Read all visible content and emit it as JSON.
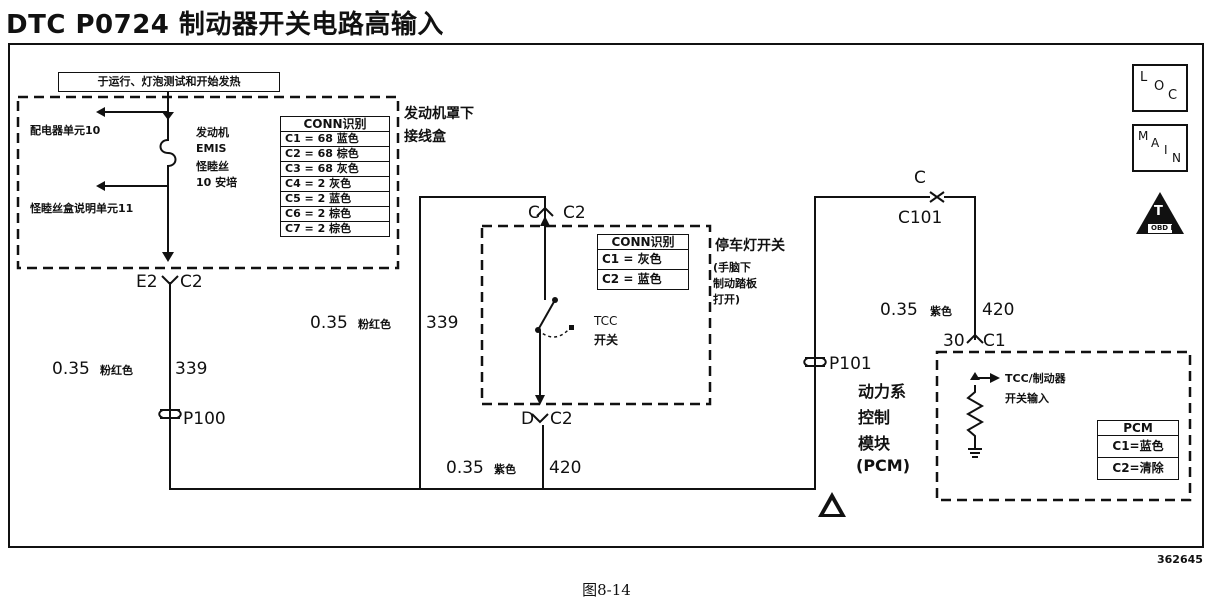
{
  "title": "DTC P0724 制动器开关电路高输入",
  "top_banner": "于运行、灯泡测试和开始发热",
  "underhood_box": {
    "label_line1": "发动机罩下",
    "label_line2": "接线盒",
    "to_left_1": "配电器单元10",
    "to_left_2": "怪睦丝盒说明单元11",
    "fuse_line1": "发动机",
    "fuse_line2": "EMIS",
    "fuse_line3": "怪睦丝",
    "fuse_line4": "10 安培",
    "conn": {
      "header": "CONN识别",
      "rows": [
        "C1 = 68 蓝色",
        "C2 = 68 棕色",
        "C3 = 68 灰色",
        "C4 = 2 灰色",
        "C5 = 2 蓝色",
        "C6 = 2 棕色",
        "C7 = 2 棕色"
      ]
    }
  },
  "connectors": {
    "e2": "E2",
    "e2_c": "C2",
    "c_top": "C",
    "c_top_c": "C2",
    "d_bot": "D",
    "d_bot_c": "C2",
    "c101_top": "C",
    "c101": "C101",
    "pcm_30": "30",
    "pcm_c1": "C1",
    "p100": "P100",
    "p101": "P101"
  },
  "wires": {
    "w1_gauge": "0.35",
    "w1_color": "粉红色",
    "w1_num": "339",
    "w2_gauge": "0.35",
    "w2_color": "粉红色",
    "w2_num": "339",
    "w3_gauge": "0.35",
    "w3_color": "紫色",
    "w3_num": "420",
    "w4_gauge": "0.35",
    "w4_color": "紫色",
    "w4_num": "420"
  },
  "brake_switch": {
    "label": "停车灯开关",
    "note_line1": "(手脑下",
    "note_line2": "制动踏板",
    "note_line3": "打开)",
    "tcc_line1": "TCC",
    "tcc_line2": "开关",
    "conn_header": "CONN识别",
    "conn_rows": [
      "C1 = 灰色",
      "C2 = 蓝色"
    ]
  },
  "pcm": {
    "name_line1": "动力系",
    "name_line2": "控制",
    "name_line3": "模块",
    "name_line4": "(PCM)",
    "input_line1": "TCC/制动器",
    "input_line2": "开关输入",
    "conn_header": "PCM",
    "conn_rows": [
      "C1=蓝色",
      "C2=清除"
    ]
  },
  "badges": {
    "loc_L": "L",
    "loc_O": "O",
    "loc_C": "C",
    "main_M": "M",
    "main_A": "A",
    "main_I": "I",
    "main_N": "N",
    "obd_T": "T",
    "obd_label": "OBD II"
  },
  "figure_number": "362645",
  "caption": "图8-14"
}
